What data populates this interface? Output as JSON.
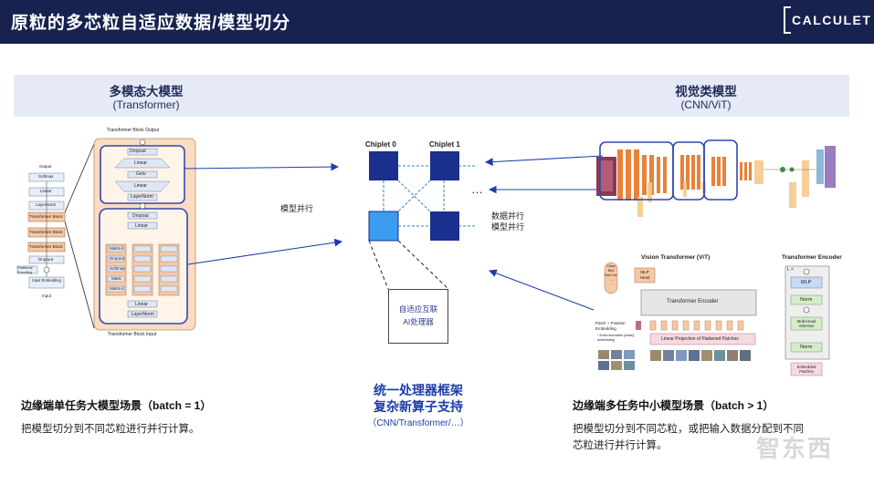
{
  "header": {
    "title": "原粒的多芯粒自适应数据/模型切分",
    "logo_text": "CALCULET"
  },
  "band": {
    "left": {
      "title": "多模态大模型",
      "subtitle": "(Transformer)"
    },
    "right": {
      "title": "视觉类模型",
      "subtitle": "(CNN/ViT)"
    }
  },
  "center": {
    "chiplet0": "Chiplet 0",
    "chiplet1": "Chiplet 1",
    "ellipsis": "…",
    "model_parallel": "模型并行",
    "data_parallel": "数据并行",
    "model_parallel2": "模型并行",
    "processor_line1": "自适应互联",
    "processor_line2": "AI处理器",
    "title1": "统一处理器框架",
    "title2": "复杂新算子支持",
    "subtitle": "（CNN/Transformer/…）"
  },
  "transformer_fig": {
    "block_output": "Transformer Block Output",
    "block_input": "Transformer Block Input",
    "mlp": [
      "Dropout",
      "Linear",
      "Gelu",
      "Linear",
      "LayerNorm"
    ],
    "attn_top": [
      "Dropout",
      "Linear"
    ],
    "attn_cols": [
      "Matmul",
      "Dropout",
      "Softmax",
      "Mask",
      "Matmul"
    ],
    "attn_bottom": [
      "Linear",
      "LayerNorm"
    ],
    "stack": [
      "Output",
      "Softmax",
      "Linear",
      "LayerNorm",
      "Transformer Block",
      "Transformer Block",
      "Transformer Block",
      "Dropout",
      "Positional Encoding",
      "Input Embedding",
      "Input"
    ]
  },
  "vit_fig": {
    "title": "Vision Transformer (ViT)",
    "encoder_title": "Transformer Encoder",
    "class_token": "Class Bird Ball Car ...",
    "mlp_head": "MLP Head",
    "encoder": "Transformer Encoder",
    "patch_label": "Patch + Position Embedding",
    "patch_note": "* Extra learnable [class] embedding",
    "linear_proj": "Linear Projection of Flattened Patches",
    "enc_lx": "L ×",
    "enc_blocks": [
      "MLP",
      "Norm",
      "Multi-Head Attention",
      "Norm"
    ],
    "embedded": "Embedded Patches"
  },
  "captions": {
    "left_title": "边缘端单任务大模型场景（batch = 1）",
    "left_text": "把模型切分到不同芯粒进行并行计算。",
    "right_title": "边缘端多任务中小模型场景（batch > 1）",
    "right_text_1": "把模型切分到不同芯粒，或把输入数据分配到不同",
    "right_text_2": "芯粒进行并行计算。"
  },
  "watermark": "智东西",
  "colors": {
    "header_bg": "#17224f",
    "band_bg": "#e6eaf6",
    "chiplet_dark": "#1a2f8e",
    "chiplet_light": "#3b9cf0",
    "accent_blue": "#1d3ea8",
    "block_fill": "#f9dcc2"
  }
}
